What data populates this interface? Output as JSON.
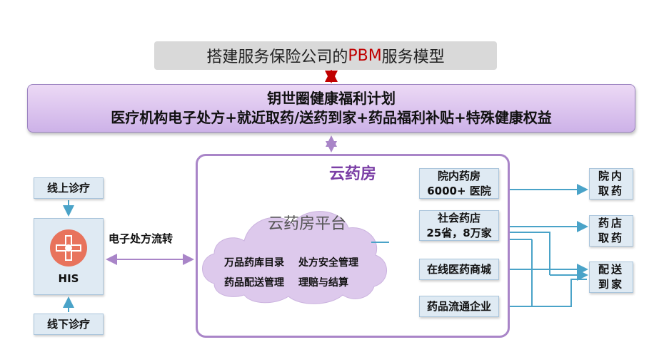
{
  "top_banner": {
    "prefix": "搭建服务保险公司的",
    "highlight": "PBM",
    "suffix": "服务模型"
  },
  "plan": {
    "line1": "钥世圈健康福利计划",
    "line2": "医疗机构电子处方+就近取药/送药到家+药品福利补贴+特殊健康权益"
  },
  "left": {
    "online": "线上诊疗",
    "his": "HIS",
    "offline": "线下诊疗",
    "rx_transfer": "电子处方流转"
  },
  "cloud": {
    "title": "云药房",
    "platform": "云药房平台",
    "features": [
      "万品药库目录",
      "处方安全管理",
      "药品配送管理",
      "理赔与结算"
    ]
  },
  "channels": [
    {
      "line1": "院内药房",
      "line2": "6000+ 医院"
    },
    {
      "line1": "社会药店",
      "line2": "25省，8万家"
    },
    {
      "line1": "在线医药商城",
      "line2": ""
    },
    {
      "line1": "药品流通企业",
      "line2": ""
    }
  ],
  "outcomes": [
    {
      "line1": "院内",
      "line2": "取药"
    },
    {
      "line1": "药店",
      "line2": "取药"
    },
    {
      "line1": "配送",
      "line2": "到家"
    }
  ],
  "colors": {
    "accent_red": "#c00000",
    "purple": "#7b3fa6",
    "line_blue": "#4aa3c8",
    "box_blue": "#dfeaf3"
  }
}
